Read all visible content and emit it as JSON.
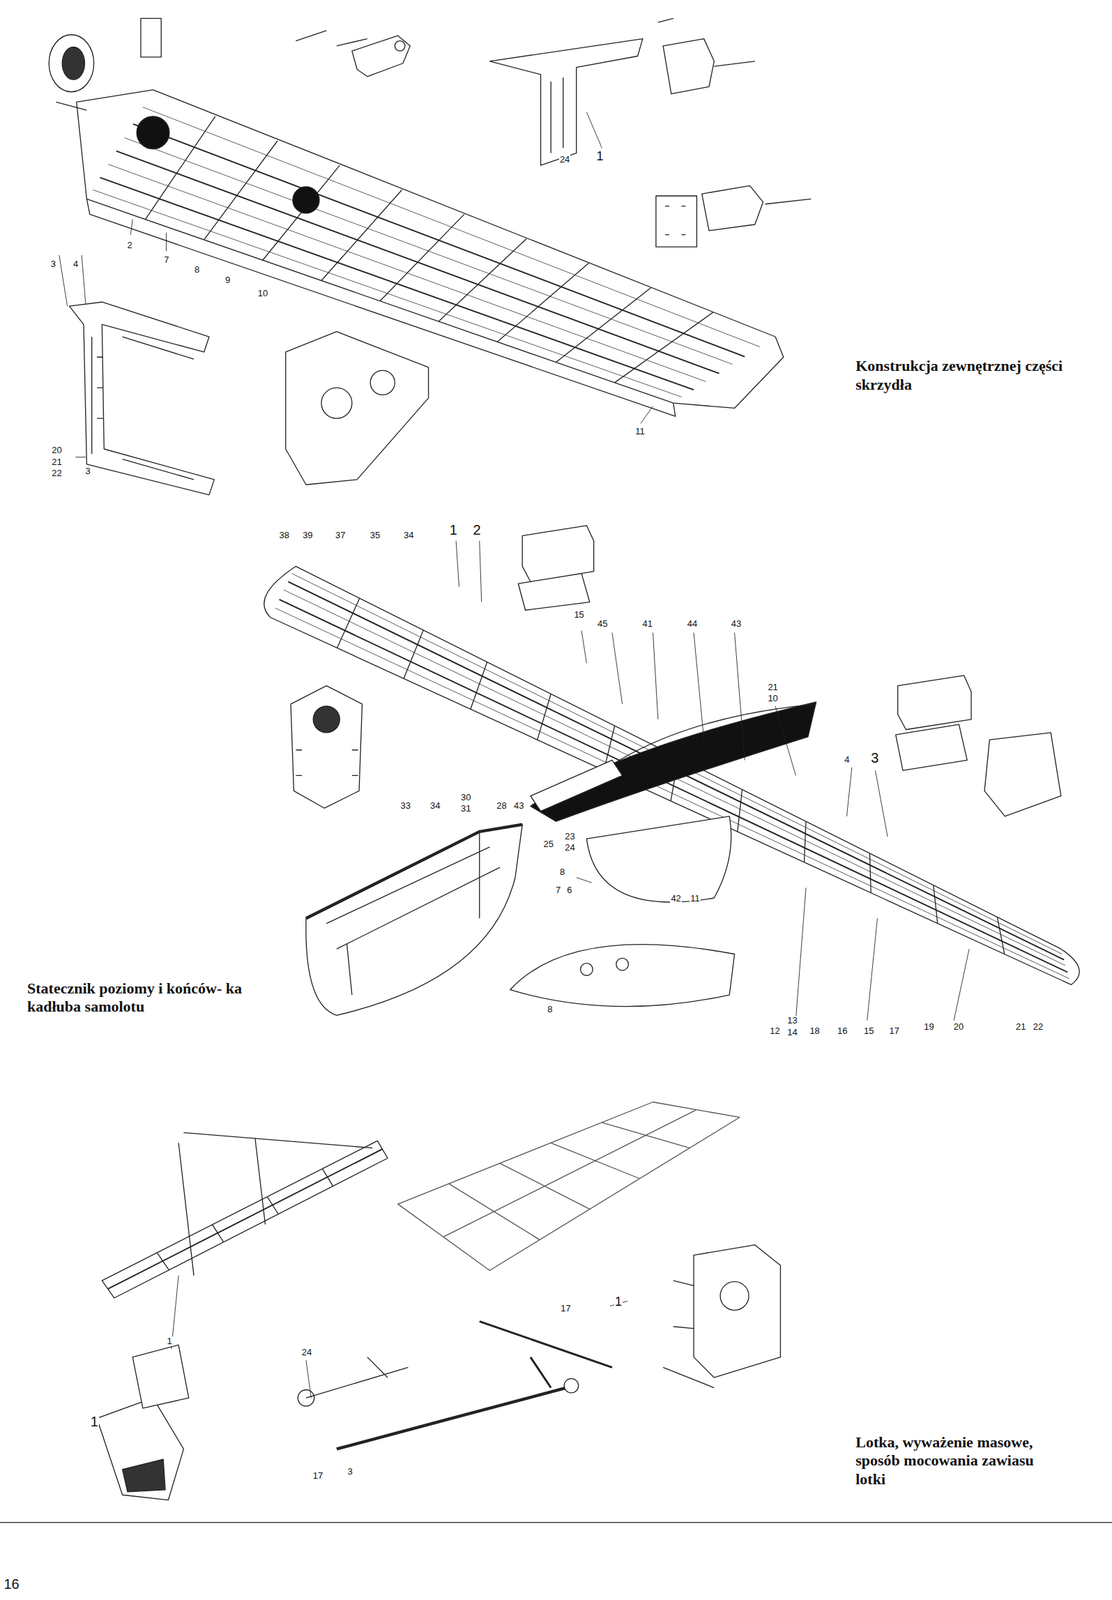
{
  "diagram": {
    "labels": [
      "2",
      "7",
      "8",
      "9",
      "10",
      "3",
      "4",
      "20",
      "21",
      "22",
      "3",
      "24",
      "1",
      "11",
      "Konstrukcja zewnętrznej części skrzydła",
      "38",
      "39",
      "37",
      "35",
      "34",
      "1",
      "2",
      "15",
      "45",
      "41",
      "44",
      "43",
      "21",
      "10",
      "4",
      "3",
      "33",
      "34",
      "30",
      "31",
      "28",
      "43",
      "25",
      "23",
      "24",
      "8",
      "7",
      "6",
      "42",
      "11",
      "12",
      "13",
      "14",
      "18",
      "16",
      "15",
      "17",
      "19",
      "20",
      "21",
      "22",
      "8",
      "Statecznik poziomy i końców- ka kadłuba samolotu",
      "1",
      "24",
      "17",
      "3",
      "17",
      "1",
      "1",
      "Lotka, wyważenie masowe, sposób mocowania zawiasu lotki",
      "16"
    ]
  }
}
